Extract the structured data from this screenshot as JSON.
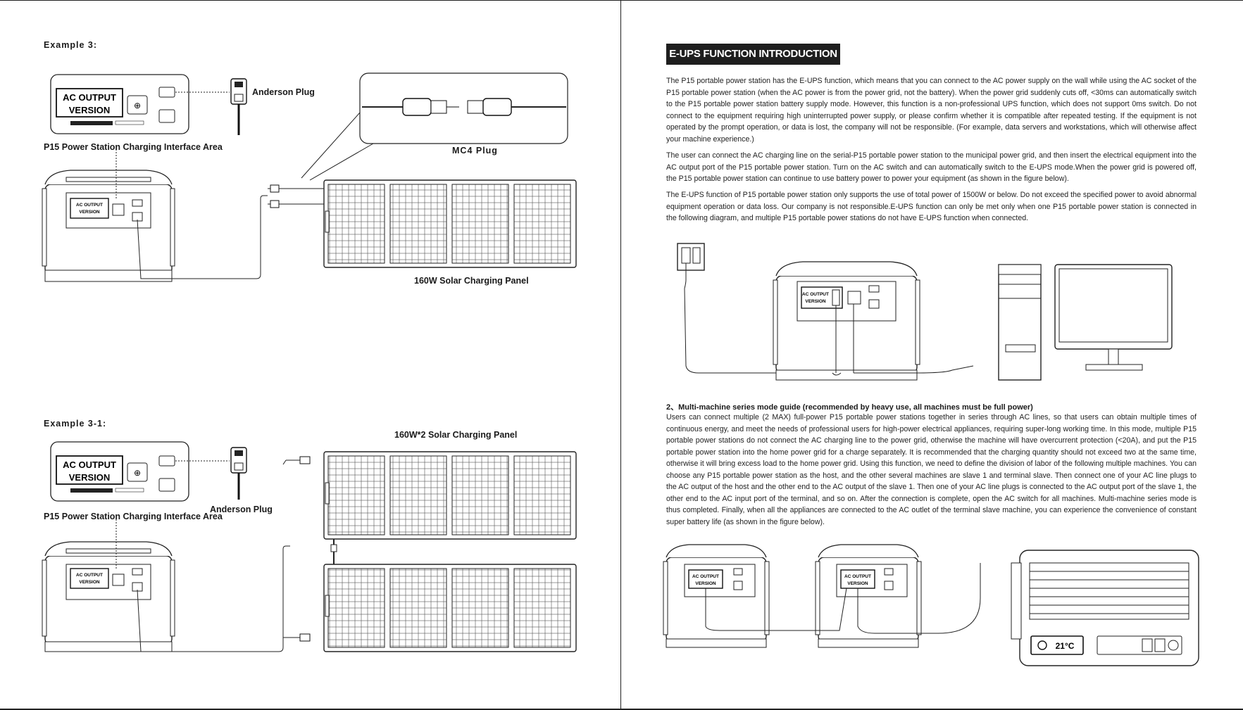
{
  "left_page": {
    "example3": {
      "title": "Example 3:",
      "anderson_plug_label": "Anderson Plug",
      "interface_label": "P15 Power Station Charging Interface Area",
      "mc4_label": "MC4 Plug",
      "panel_label": "160W Solar Charging Panel",
      "device_panel_text": [
        "AC OUTPUT",
        "VERSION"
      ]
    },
    "example3_1": {
      "title": "Example 3-1:",
      "panel_label": "160W*2 Solar Charging Panel",
      "anderson_plug_label": "Anderson Plug",
      "interface_label": "P15 Power Station Charging Interface Area",
      "device_panel_text": [
        "AC OUTPUT",
        "VERSION"
      ]
    }
  },
  "right_page": {
    "banner": "E-UPS FUNCTION INTRODUCTION",
    "paragraphs": [
      "The P15 portable power station has the E-UPS function, which means that you can connect to the AC power supply on the wall while using the AC socket of the P15 portable power station (when the AC power is from the power grid, not the battery). When the power grid suddenly cuts off, <30ms can automatically switch to the P15 portable power station battery supply mode. However, this function is a non-professional UPS function, which does not support 0ms switch. Do not connect to the equipment requiring high uninterrupted power supply, or please confirm whether it is compatible after repeated testing. If the equipment is not operated by the prompt operation, or data is lost, the company will not be responsible. (For example, data servers and workstations, which will otherwise affect your machine experience.)",
      "The user can connect the AC charging line on the serial-P15 portable power station to the municipal power grid, and then insert the electrical equipment into the AC output port of the P15 portable power station. Turn on the AC switch and can automatically switch to the E-UPS mode.When the power grid is powered off, the P15 portable power station can continue to use battery power to power your equipment (as shown in the figure below).",
      "The E-UPS function of P15 portable power station only supports the use of total power of 1500W or below. Do not exceed the specified power to avoid abnormal equipment operation or data loss. Our company is not responsible.E-UPS function can only be met only when one P15 portable power station is connected in the following diagram, and multiple P15 portable power stations do not have E-UPS function when connected."
    ],
    "fig1_device_text": [
      "AC OUTPUT",
      "VERSION"
    ],
    "guide_heading": "2、Multi-machine series mode guide (recommended by heavy use, all machines must be full power)",
    "guide_paragraph": "Users can connect multiple (2 MAX) full-power P15 portable power stations together in series through AC lines, so that users can obtain multiple times of continuous energy, and meet the needs of professional users for high-power electrical appliances, requiring super-long working time. In this mode, multiple P15 portable power stations do not connect the AC charging line to the power grid, otherwise the machine will have overcurrent protection (<20A), and put the P15 portable power station into the home power grid for a charge separately. It is recommended that the charging quantity should not exceed two at the same time, otherwise it will bring excess load to the home power grid. Using this function, we need to define the division of labor of the following multiple machines. You can choose any P15 portable power station as the host, and the other several machines are slave 1 and terminal slave. Then connect one of your AC line plugs to the AC output of the host and the other end to the AC output of the slave 1. Then one of your AC line plugs is connected to the AC output port of the slave 1, the other end to the AC input port of the terminal, and so on. After the connection is complete, open the AC switch for all machines. Multi-machine series mode is thus completed. Finally, when all the appliances are connected to the AC outlet of the terminal slave machine, you can experience the convenience of constant super battery life (as shown in the figure below).",
    "fig2_device_text": [
      "AC OUTPUT",
      "VERSION"
    ],
    "ac_unit_temp": "21°C"
  }
}
